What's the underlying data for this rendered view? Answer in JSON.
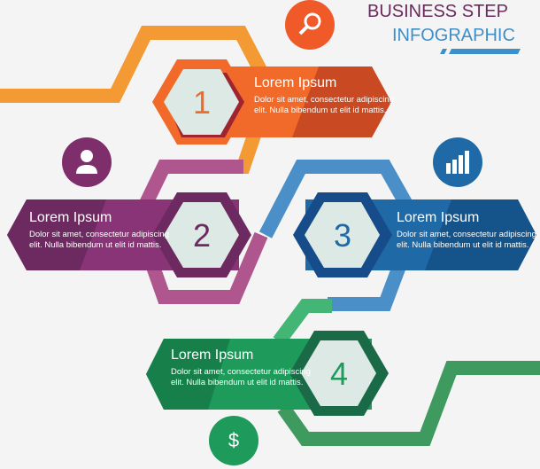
{
  "title": {
    "line1": "BUSINESS STEP",
    "line2": "INFOGRAPHIC"
  },
  "colors": {
    "orange": "#f26a2a",
    "purple": "#7d2e6b",
    "blue": "#1f6aa6",
    "green": "#1e9a5b"
  },
  "steps": [
    {
      "number": "1",
      "heading": "Lorem Ipsum",
      "body": "Dolor sit amet, consectetur adipiscing elit. Nulla bibendum ut elit id mattis.",
      "icon": "search-icon"
    },
    {
      "number": "2",
      "heading": "Lorem Ipsum",
      "body": "Dolor sit amet, consectetur adipiscing elit. Nulla bibendum ut elit id mattis.",
      "icon": "user-icon"
    },
    {
      "number": "3",
      "heading": "Lorem Ipsum",
      "body": "Dolor sit amet, consectetur adipiscing elit. Nulla bibendum ut elit id mattis.",
      "icon": "bar-chart-icon"
    },
    {
      "number": "4",
      "heading": "Lorem Ipsum",
      "body": "Dolor sit amet, consectetur adipiscing elit. Nulla bibendum ut elit id mattis.",
      "icon": "dollar-icon"
    }
  ],
  "dollar_symbol": "$"
}
